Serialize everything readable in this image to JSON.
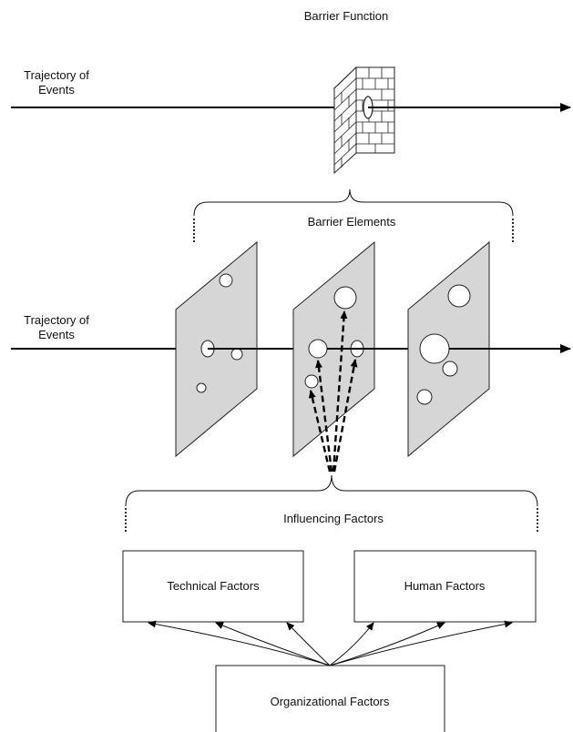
{
  "labels": {
    "barrier_function": "Barrier Function",
    "trajectory_top": [
      "Trajectory of",
      "Events"
    ],
    "barrier_elements": "Barrier Elements",
    "trajectory_middle": [
      "Trajectory of",
      "Events"
    ],
    "influencing_factors": "Influencing Factors",
    "technical_factors": "Technical Factors",
    "human_factors": "Human Factors",
    "organizational_factors": "Organizational Factors"
  },
  "colors": {
    "plate_fill": "#d6d6d6",
    "line": "#000000",
    "background": "#ffffff"
  }
}
